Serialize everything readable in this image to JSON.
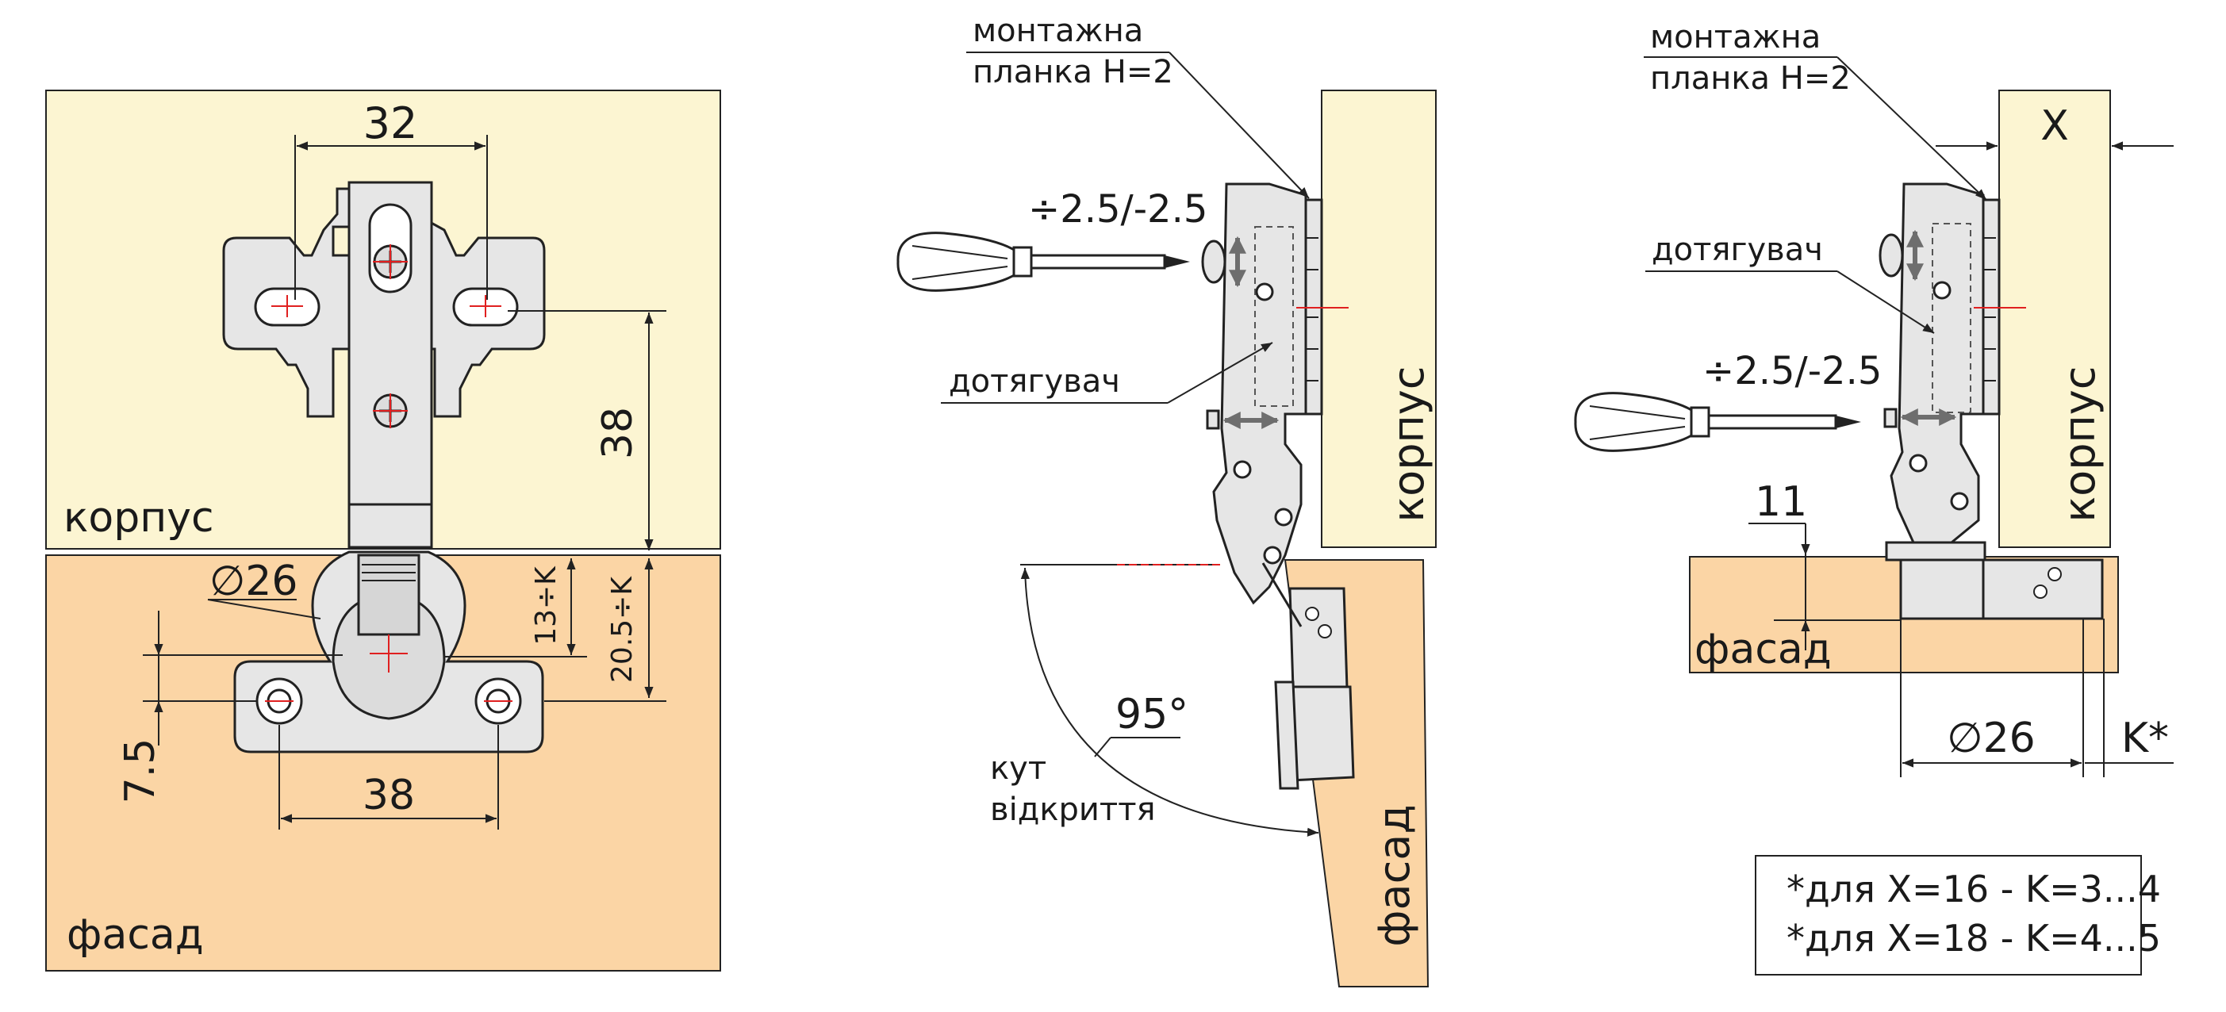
{
  "colors": {
    "korpus_fill": "#fcf5d2",
    "fasad_fill": "#fbd5a5",
    "hinge_fill": "#e6e6e6",
    "line": "#222222",
    "center_mark": "#e02020",
    "arrow": "#6e6e6e"
  },
  "view1": {
    "panel_top_label": "корпус",
    "panel_bottom_label": "фасад",
    "dim_32": "32",
    "dim_38_vertical": "38",
    "dim_13K": "13÷K",
    "dim_20_5K": "20.5÷K",
    "dim_d26": "∅26",
    "dim_7_5": "7.5",
    "dim_38_bottom": "38"
  },
  "view2": {
    "plate_label_line1": "монтажна",
    "plate_label_line2": "планка H=2",
    "adjust_label": "÷2.5/-2.5",
    "pull_label": "дотягувач",
    "angle_label": "95°",
    "angle_caption_line1": "кут",
    "angle_caption_line2": "відкриття",
    "korpus_label": "корпус",
    "fasad_label": "фасад"
  },
  "view3": {
    "plate_label_line1": "монтажна",
    "plate_label_line2": "планка H=2",
    "dim_x": "X",
    "pull_label": "дотягувач",
    "adjust_label": "÷2.5/-2.5",
    "dim_11": "11",
    "korpus_label": "корпус",
    "fasad_label": "фасад",
    "dim_d26": "∅26",
    "dim_k": "K*"
  },
  "note": {
    "line1": "*для X=16 - K=3...4",
    "line2": "*для X=18 - K=4...5"
  }
}
